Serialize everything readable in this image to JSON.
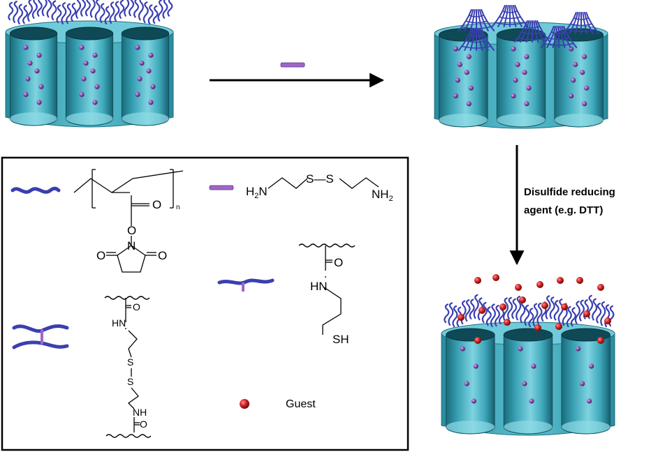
{
  "reagent_caption": "Disulfide reducing agent (e.g. DTT)",
  "reagent_lines": [
    "Disulfide reducing",
    "agent (e.g. DTT)"
  ],
  "legend": {
    "polymer_subscript": "n",
    "cystamine_left": "H",
    "cystamine_left_sub": "2",
    "cystamine_left_n": "N",
    "cystamine_ss": "S—S",
    "cystamine_right": "NH",
    "cystamine_right_sub": "2",
    "nhs_N": "N",
    "nhs_O1": "O",
    "nhs_O2": "O",
    "nhs_O3": "O",
    "carbonyl_O": "O",
    "thiol_O": "O",
    "thiol_HN": "HN",
    "thiol_SH": "SH",
    "crosslink_O_top": "O",
    "crosslink_HN": "HN",
    "crosslink_S1": "S",
    "crosslink_S2": "S",
    "crosslink_NH": "NH",
    "crosslink_O_bottom": "O",
    "guest_label": "Guest"
  },
  "colors": {
    "pore": "#4fb3c4",
    "pore_dark": "#1f6f80",
    "polymer": "#3a3fb0",
    "crosslinker": "#a066c8",
    "guest": "#d42020",
    "cargo": "#8a4fb0"
  }
}
